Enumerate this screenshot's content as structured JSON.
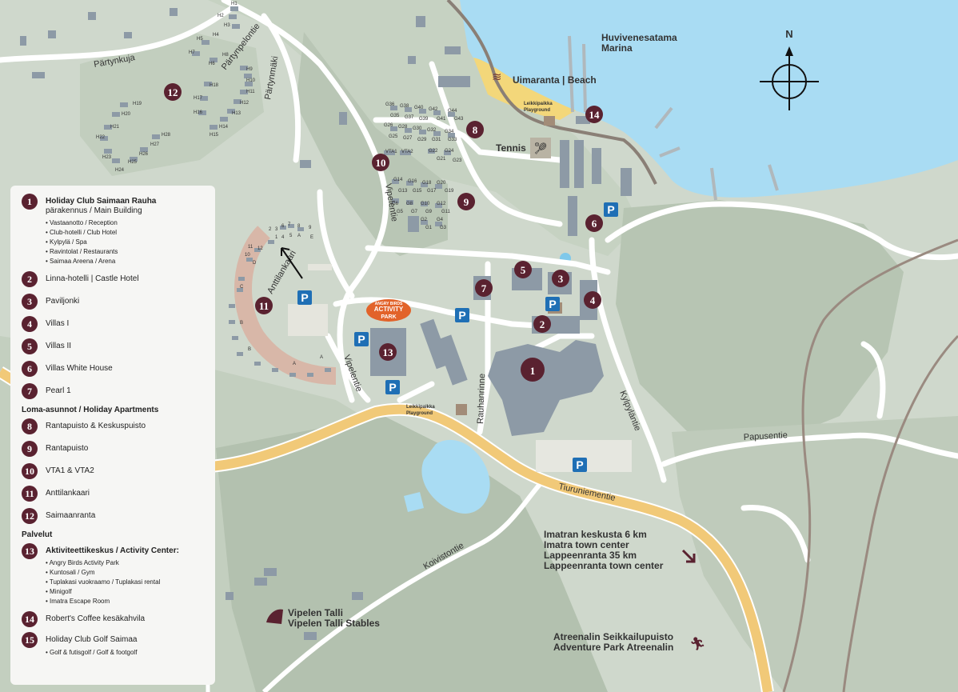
{
  "map": {
    "compass": "N",
    "water_labels": {
      "marina": [
        "Huvivenesatama",
        "Marina"
      ],
      "beach": "Uimaranta | Beach"
    },
    "roads": [
      "Pärtynkuja",
      "Pärtynpelontie",
      "Pärtynmäki",
      "Vipelentie",
      "Anttilankaari",
      "Vipelentie",
      "Rauhanrinne",
      "Kylpyläntie",
      "Papusentie",
      "Tiuruniementie",
      "Koivistontie"
    ],
    "places": {
      "playground_north": [
        "Leikkipaikka",
        "Playground"
      ],
      "playground_south": [
        "Leikkipaikka",
        "Playground"
      ],
      "tennis": "Tennis",
      "activity_park": [
        "ANGRY BIRDS",
        "ACTIVITY",
        "PARK"
      ],
      "stables": [
        "Vipelen Talli",
        "Vipelen Talli Stables"
      ],
      "adventure": [
        "Atreenalin Seikkailupuisto",
        "Adventure Park Atreenalin"
      ],
      "directions": [
        "Imatran keskusta 6 km",
        "Imatra town center",
        "Lappeenranta 35 km",
        "Lappeenranta town center"
      ]
    },
    "markers": [
      "1",
      "2",
      "3",
      "4",
      "5",
      "6",
      "7",
      "8",
      "9",
      "10",
      "11",
      "12",
      "13",
      "14"
    ],
    "parking_label": "P",
    "cabin_labels_h": [
      "H1",
      "H2",
      "H3",
      "H4",
      "H5",
      "H6",
      "H7",
      "H8",
      "H9",
      "H10",
      "H11",
      "H12",
      "H13",
      "H14",
      "H15",
      "H16",
      "H17",
      "H18",
      "H19",
      "H20",
      "H21",
      "H22",
      "H23",
      "H24",
      "H25",
      "H26",
      "H27",
      "H28"
    ],
    "cabin_labels_g": [
      "G36",
      "G38",
      "G40",
      "G42",
      "G44",
      "G35",
      "G37",
      "G39",
      "G41",
      "G43",
      "G26",
      "G28",
      "G30",
      "G32",
      "G34",
      "G25",
      "G27",
      "G29",
      "G31",
      "G33",
      "G22",
      "G24",
      "G21",
      "G23",
      "G14",
      "G16",
      "G18",
      "G20",
      "G13",
      "G15",
      "G17",
      "G19",
      "G6",
      "G8",
      "G10",
      "G12",
      "G5",
      "G7",
      "G9",
      "G11",
      "G2",
      "G4",
      "G1",
      "G3"
    ],
    "vta_labels": [
      "VTA1",
      "VTA2"
    ],
    "anttila_labels": [
      "1",
      "2",
      "3",
      "4",
      "5",
      "6",
      "7",
      "8",
      "9",
      "10",
      "11",
      "12",
      "A",
      "B",
      "C",
      "D",
      "E"
    ]
  },
  "legend": {
    "items": [
      {
        "num": "1",
        "label": "Holiday Club Saimaan Rauha",
        "sub": "pärakennus / Main Building",
        "bullets": [
          "Vastaanotto / Reception",
          "Club-hotelli / Club Hotel",
          "Kylpylä / Spa",
          "Ravintolat / Restaurants",
          "Saimaa Areena / Arena"
        ]
      },
      {
        "num": "2",
        "label": "Linna-hotelli  | Castle Hotel"
      },
      {
        "num": "3",
        "label": "Paviljonki"
      },
      {
        "num": "4",
        "label": "Villas I"
      },
      {
        "num": "5",
        "label": "Villas II"
      },
      {
        "num": "6",
        "label": "Villas White House"
      },
      {
        "num": "7",
        "label": "Pearl 1"
      }
    ],
    "heading_apartments": "Loma-asunnot / Holiday Apartments",
    "apartments": [
      {
        "num": "8",
        "label": "Rantapuisto & Keskuspuisto"
      },
      {
        "num": "9",
        "label": "Rantapuisto"
      },
      {
        "num": "10",
        "label": "VTA1 & VTA2"
      },
      {
        "num": "11",
        "label": "Anttilankaari"
      },
      {
        "num": "12",
        "label": "Saimaanranta"
      }
    ],
    "heading_services": "Palvelut",
    "services": [
      {
        "num": "13",
        "label": "Aktiviteettikeskus / Activity Center:",
        "bullets": [
          "Angry Birds Activity Park",
          "Kuntosali / Gym",
          "Tuplakasi vuokraamo / Tuplakasi rental",
          "Minigolf",
          "Imatra Escape Room"
        ]
      },
      {
        "num": "14",
        "label": "Robert's Coffee kesäkahvila"
      },
      {
        "num": "15",
        "label": "Holiday Club Golf Saimaa",
        "bullets": [
          "Golf & futisgolf / Golf & footgolf"
        ]
      }
    ]
  },
  "colors": {
    "marker": "#5a2230",
    "parking": "#1f6fb5",
    "water": "#a9dcf3",
    "beach": "#f3d77a",
    "building": "#8d9aa6",
    "main_road": "#f1c978",
    "land": "#cfd8cc",
    "forest": "#b5c3b0"
  }
}
